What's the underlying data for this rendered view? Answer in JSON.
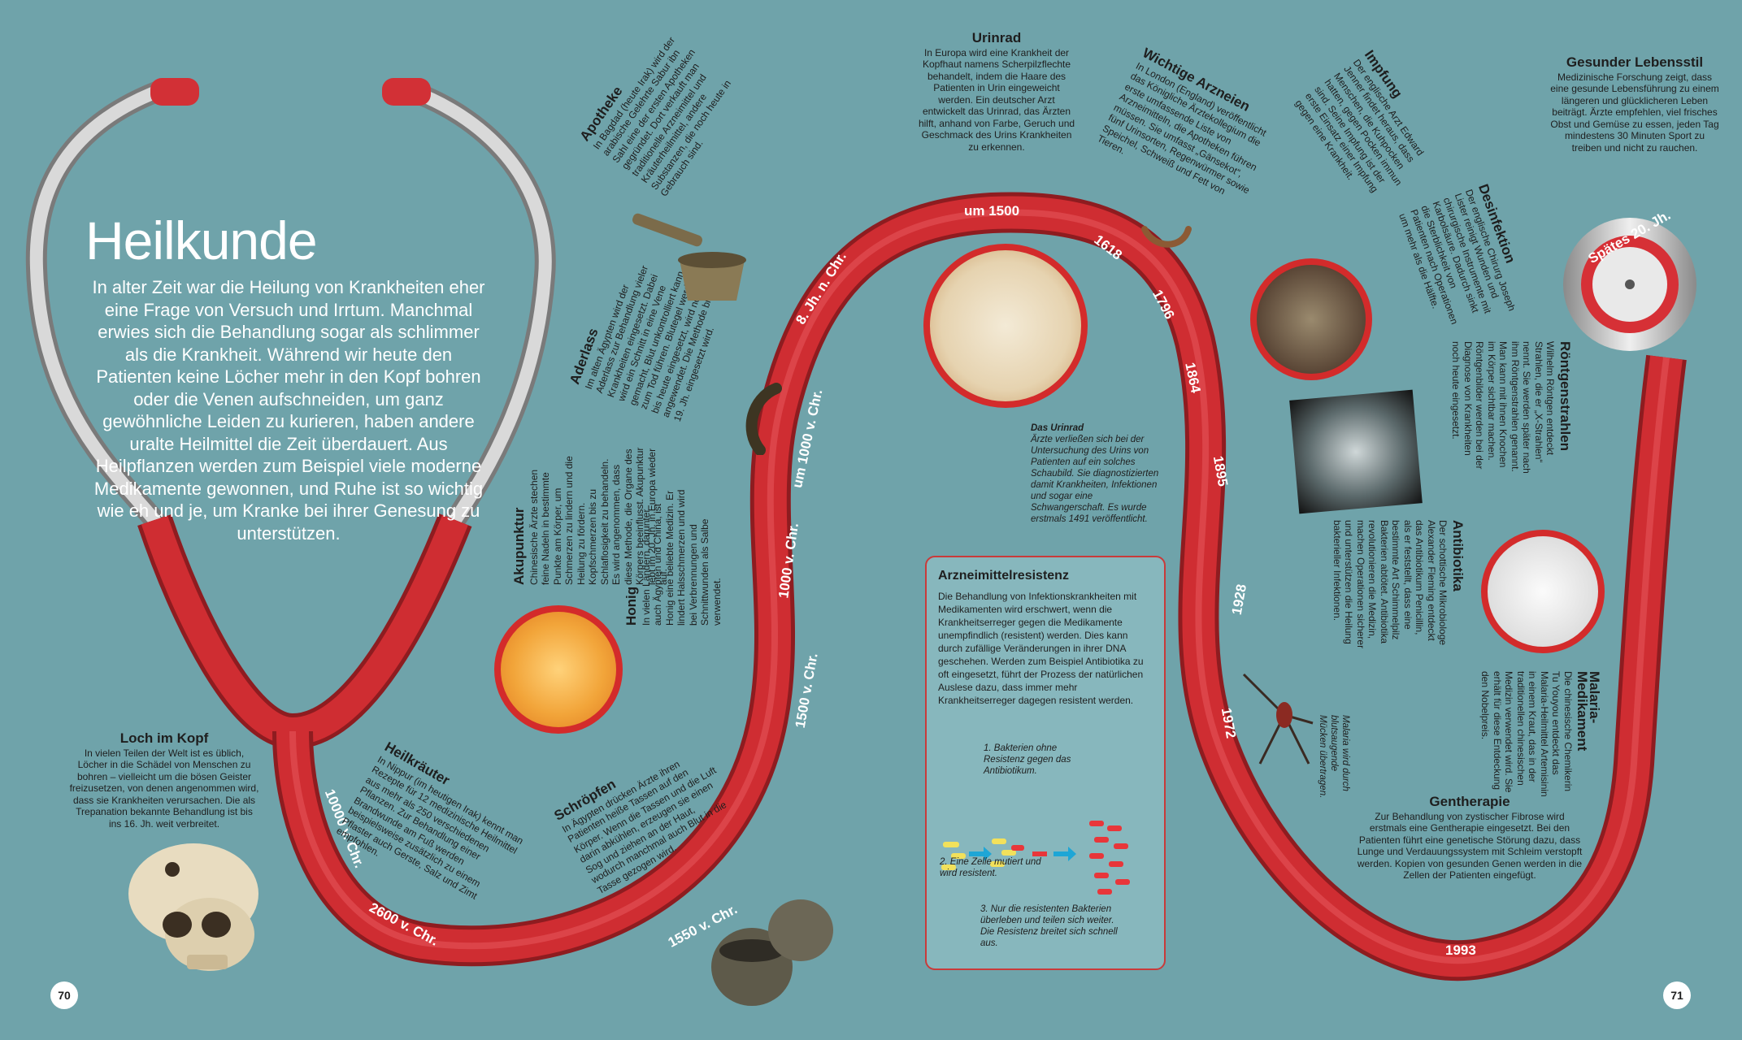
{
  "page": {
    "title": "Heilkunde",
    "intro": "In alter Zeit war die Heilung von Krankheiten eher eine Frage von Versuch und Irrtum. Manchmal erwies sich die Behandlung sogar als schlimmer als die Krankheit. Während wir heute den Patienten keine Löcher mehr in den Kopf bohren oder die Venen aufschneiden, um ganz gewöhnliche Leiden zu kurieren, haben andere uralte Heilmittel die Zeit überdauert. Aus Heilpflanzen werden zum Beispiel viele moderne Medikamente gewonnen, und Ruhe ist so wichtig wie eh und je, um Kranke bei ihrer Genesung zu unterstützen.",
    "page_left": "70",
    "page_right": "71"
  },
  "dates": {
    "d1": "10000 v. Chr.",
    "d2": "2600 v. Chr.",
    "d3": "1550 v. Chr.",
    "d4": "1500 v. Chr.",
    "d5": "1000 v. Chr.",
    "d6": "um 1000 v. Chr.",
    "d7": "8. Jh. n. Chr.",
    "d8": "um 1500",
    "d9": "1618",
    "d10": "1796",
    "d11": "1864",
    "d12": "1895",
    "d13": "1928",
    "d14": "1972",
    "d15": "1993",
    "d16": "Spätes 20. Jh."
  },
  "entries": {
    "loch": {
      "title": "Loch im Kopf",
      "text": "In vielen Teilen der Welt ist es üblich, Löcher in die Schädel von Menschen zu bohren – vielleicht um die bösen Geister freizusetzen, von denen angenommen wird, dass sie Krankheiten verursachen. Die als Trepanation bekannte Behandlung ist bis ins 16. Jh. weit verbreitet."
    },
    "heilkraeuter": {
      "title": "Heilkräuter",
      "text": "In Nippur (im heutigen Irak) kennt man Rezepte für 12 medizinische Heilmittel aus mehr als 250 verschiedenen Pflanzen. Zur Behandlung einer Brandwunde am Fuß werden beispielsweise zusätzlich zu einem Pflaster auch Gerste, Salz und Zimt empfohlen."
    },
    "schroepfen": {
      "title": "Schröpfen",
      "text": "In Ägypten drücken Ärzte ihren Patienten heiße Tassen auf den Körper. Wenn die Tassen und die Luft darin abkühlen, erzeugen sie einen Sog und ziehen an der Haut, wodurch manchmal auch Blut in die Tasse gezogen wird."
    },
    "honig": {
      "title": "Honig",
      "text": "In vielen Ländern, darunter auch Ägypten und China, ist Honig eine beliebte Medizin. Er lindert Halsschmerzen und wird bei Verbrennungen und Schnittwunden als Salbe verwendet."
    },
    "akupunktur": {
      "title": "Akupunktur",
      "text": "Chinesische Ärzte stechen feine Nadeln in bestimmte Punkte am Körper, um Schmerzen zu lindern und die Heilung zu fördern. Kopfschmerzen bis zu Schlaflosigkeit zu behandeln. Es wird angenommen, dass diese Methode, die Organe des Körpers beeinflusst. Akupunktur lebt im 20. Jh. in Europa wieder auf."
    },
    "aderlass": {
      "title": "Aderlass",
      "text": "Im alten Ägypten wird der Aderlass zur Behandlung vieler Krankheiten eingesetzt. Dabei wird ein Schnitt in eine Vene gemacht, Blut unkontrolliert kann zum Tod führen. Blutegel werden bis heute eingesetzt, wird noch angewendet. Die Methode bis ins 19. Jh. eingesetzt wird."
    },
    "apotheke": {
      "title": "Apotheke",
      "text": "In Bagdad (heute Irak) wird der arabische Gelehrte Sabur ibn Sahl eine der ersten Apotheken gegründet. Dort verkauft man traditionelle Arzneimittel und Kräuterheilmittel, andere Substanzen, die noch heute in Gebrauch sind."
    },
    "urinrad": {
      "title": "Urinrad",
      "text": "In Europa wird eine Krankheit der Kopfhaut namens Scherpilzflechte behandelt, indem die Haare des Patienten in Urin eingeweicht werden. Ein deutscher Arzt entwickelt das Urinrad, das Ärzten hilft, anhand von Farbe, Geruch und Geschmack des Urins Krankheiten zu erkennen."
    },
    "arzneien": {
      "title": "Wichtige Arzneien",
      "text": "In London (England) veröffentlicht das Königliche Ärztekollegium die erste umfassende Liste von Arzneimitteln, die Apotheken führen müssen. Sie umfasst „Gänsekot“, fünf Urinsorten, Regenwürmer sowie Speichel, Schweiß und Fett von Tieren."
    },
    "impfung": {
      "title": "Impfung",
      "text": "Der englische Arzt Edward Jenner findet heraus, dass Menschen, die Kuhpocken hatten, gegen Pocken immun sind. Seine Impfung ist der erste Einsatz einer Impfung gegen eine Krankheit."
    },
    "desinfektion": {
      "title": "Desinfektion",
      "text": "Der englische Chirurg Joseph Lister reinigt Wunden und chirurgische Instrumente mit Karbolsäure. Dadurch sinkt die Sterblichkeit von Patienten nach Operationen um mehr als die Hälfte."
    },
    "roentgen": {
      "title": "Röntgenstrahlen",
      "text": "Wilhelm Röntgen entdeckt Strahlen, die er „X-Strahlen“ nennt. Sie werden später nach ihm Röntgenstrahlen genannt. Man kann mit ihnen Knochen im Körper sichtbar machen. Röntgenbilder werden bei der Diagnose von Krankheiten noch heute eingesetzt."
    },
    "antibiotika": {
      "title": "Antibiotika",
      "text": "Der schottische Mikrobiologe Alexander Fleming entdeckt das Antibiotikum Penicillin, als er feststellt, dass eine bestimmte Art Schimmelpilz Bakterien abtötet. Antibiotika revolutionieren die Medizin, machen Operationen sicherer und unterstützen die Heilung bakterieller Infektionen."
    },
    "malaria": {
      "title": "Malaria-Medikament",
      "text": "Die chinesische Chemikerin Tu Youyou entdeckt das Malaria-Heilmittel Artemisinin in einem Kraut, das in der traditionellen chinesischen Medizin verwendet wird. Sie erhält für diese Entdeckung den Nobelpreis."
    },
    "malaria_caption": "Malaria wird durch blutsaugende Mücken übertragen.",
    "gentherapie": {
      "title": "Gentherapie",
      "text": "Zur Behandlung von zystischer Fibrose wird erstmals eine Gentherapie eingesetzt. Bei den Patienten führt eine genetische Störung dazu, dass Lunge und Verdauungssystem mit Schleim verstopft werden. Kopien von gesunden Genen werden in die Zellen der Patienten eingefügt."
    },
    "lebensstil": {
      "title": "Gesunder Lebensstil",
      "text": "Medizinische Forschung zeigt, dass eine gesunde Lebensführung zu einem längeren und glücklicheren Leben beiträgt. Ärzte empfehlen, viel frisches Obst und Gemüse zu essen, jeden Tag mindestens 30 Minuten Sport zu treiben und nicht zu rauchen."
    },
    "urinrad_caption_title": "Das Urinrad",
    "urinrad_caption": "Ärzte verließen sich bei der Untersuchung des Urins von Patienten auf ein solches Schaubild. Sie diagnostizierten damit Krankheiten, Infektionen und sogar eine Schwangerschaft. Es wurde erstmals 1491 veröffentlicht."
  },
  "resistance": {
    "title": "Arzneimittelresistenz",
    "text": "Die Behandlung von Infektionskrankheiten mit Medikamenten wird erschwert, wenn die Krankheitserreger gegen die Medikamente unempfindlich (resistent) werden. Dies kann durch zufällige Veränderungen in ihrer DNA geschehen. Werden zum Beispiel Antibiotika zu oft eingesetzt, führt der Prozess der natürlichen Auslese dazu, dass immer mehr Krankheitserreger dagegen resistent werden.",
    "step1": "1. Bakterien ohne Resistenz gegen das Antibiotikum.",
    "step2": "2. Eine Zelle mutiert und wird resistent.",
    "step3": "3. Nur die resistenten Bakterien überleben und teilen sich weiter. Die Resistenz breitet sich schnell aus."
  },
  "colors": {
    "background": "#6fa3aa",
    "tube": "#c8282c",
    "metal": "#b8b8b8",
    "accent": "#d32b2b"
  }
}
